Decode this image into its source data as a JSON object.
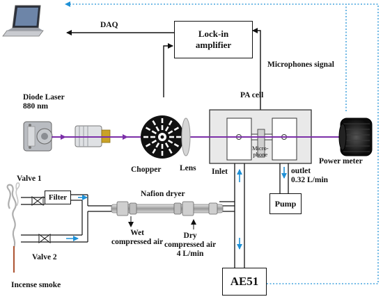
{
  "labels": {
    "daq": "DAQ",
    "lockin_line1": "Lock-in",
    "lockin_line2": "amplifier",
    "mic_signal": "Microphones signal",
    "laser_line1": "Diode Laser",
    "laser_line2": "880 nm",
    "pa_cell": "PA cell",
    "microphone_line1": "Micro-",
    "microphone_line2": "phone",
    "chopper": "Chopper",
    "lens": "Lens",
    "inlet": "Inlet",
    "outlet_line1": "outlet",
    "outlet_line2": "0.32 L/min",
    "power_meter": "Power meter",
    "pump": "Pump",
    "valve1": "Valve 1",
    "filter": "Filter",
    "nafion": "Nafion dryer",
    "wet_line1": "Wet",
    "wet_line2": "compressed air",
    "dry_line1": "Dry",
    "dry_line2": "compressed air",
    "dry_line3": "4 L/min",
    "valve2": "Valve 2",
    "ae51": "AE51",
    "incense": "Incense smoke"
  },
  "colors": {
    "laser_beam": "#7b2fa8",
    "flow_arrow": "#1e90d6",
    "feedback_dotted": "#1e90d6",
    "line": "#111111"
  }
}
